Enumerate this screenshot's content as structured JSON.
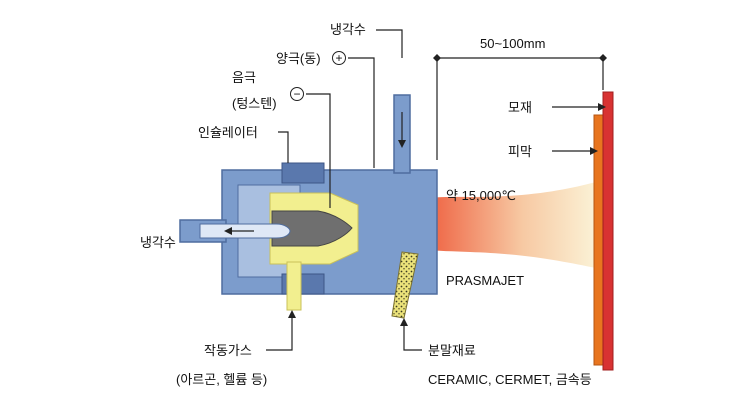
{
  "labels": {
    "coolant_top": "냉각수",
    "anode": "양극(동)",
    "cathode_line1": "음극",
    "cathode_line2": "(텅스텐)",
    "insulator": "인슐레이터",
    "coolant_left": "냉각수",
    "working_gas_line1": "작동가스",
    "working_gas_line2": "(아르곤, 헬륨 등)",
    "powder_line1": "분말재료",
    "powder_line2": "CERAMIC, CERMET, 금속등",
    "distance": "50~100mm",
    "base_material": "모재",
    "coating": "피막",
    "temperature": "약 15,000℃",
    "jet": "PRASMAJET",
    "plus_sign": "+",
    "minus_sign": "−"
  },
  "colors": {
    "torch_body": "#7c9ccc",
    "torch_dark": "#4f6d9f",
    "gas_channel": "#f2ef8f",
    "cathode": "#6f6f6f",
    "flame_core": "#e23322",
    "base_material": "#d83232",
    "coating": "#e8751f",
    "powder": "#e8e070"
  }
}
